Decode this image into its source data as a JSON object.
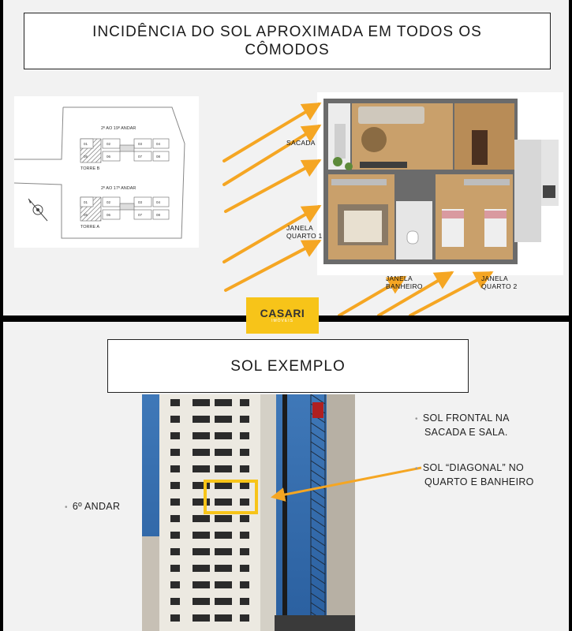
{
  "top": {
    "title": "INCIDÊNCIA DO SOL APROXIMADA EM TODOS OS CÔMODOS",
    "site_plan": {
      "tower_b_floors": "2º AO 19º ANDAR",
      "tower_b_label": "TORRE B",
      "tower_a_floors": "2º AO 17º ANDAR",
      "tower_a_label": "TORRE A",
      "units_top_row": [
        "01",
        "02",
        "03",
        "04"
      ],
      "units_bottom_row": [
        "05",
        "06",
        "07",
        "08"
      ]
    },
    "labels": {
      "sacada": "SACADA",
      "janela_quarto_1_line1": "JANELA",
      "janela_quarto_1_line2": "QUARTO 1",
      "janela_banheiro_line1": "JANELA",
      "janela_banheiro_line2": "BANHEIRO",
      "janela_quarto_2_line1": "JANELA",
      "janela_quarto_2_line2": "QUARTO 2"
    }
  },
  "logo": {
    "name": "CASARI",
    "sub": "IMÓVEIS"
  },
  "bottom": {
    "title": "SOL EXEMPLO",
    "bullets_right": [
      {
        "line1": "SOL FRONTAL NA",
        "line2": "SACADA E SALA."
      },
      {
        "line1": "SOL “DIAGONAL” NO",
        "line2": "QUARTO E BANHEIRO"
      }
    ],
    "bullet_left": "6º ANDAR"
  },
  "colors": {
    "arrow": "#f5a623",
    "highlight": "#f7c419",
    "logo_bg": "#f7c419",
    "sky": "#2e6bb0"
  }
}
